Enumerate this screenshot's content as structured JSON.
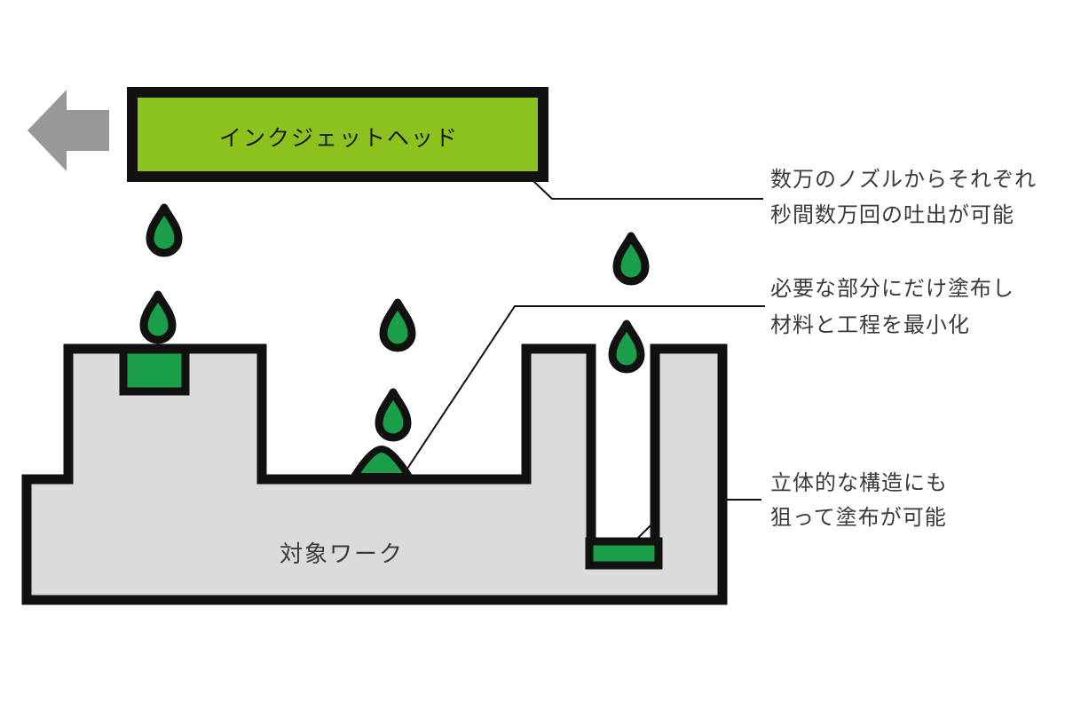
{
  "head": {
    "label": "インクジェットヘッド"
  },
  "workpiece": {
    "label": "対象ワーク"
  },
  "annotations": [
    {
      "line1": "数万のノズルからそれぞれ",
      "line2": "秒間数万回の吐出が可能"
    },
    {
      "line1": "必要な部分にだけ塗布し",
      "line2": "材料と工程を最小化"
    },
    {
      "line1": "立体的な構造にも",
      "line2": "狙って塗布が可能"
    }
  ],
  "icons": {
    "arrow": "left-arrow-icon",
    "droplet": "ink-droplet-icon"
  },
  "colors": {
    "head_green": "#8CC21E",
    "ink_green": "#1A9E49",
    "workpiece_gray": "#DBDBDB",
    "arrow_gray": "#989898",
    "outline": "#111111",
    "annotation_text": "#3A3A3A"
  }
}
